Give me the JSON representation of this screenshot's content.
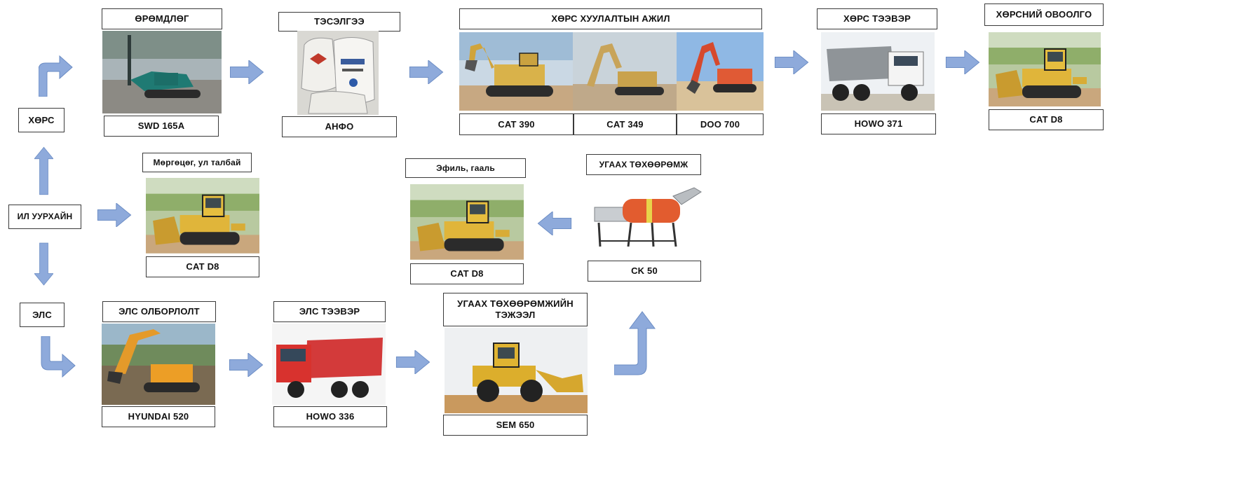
{
  "colors": {
    "arrow": "#8eaadb",
    "arrow_stroke": "#6b8cc4",
    "box_border": "#3a3a3a"
  },
  "nodes": {
    "il_uurkhain": "ИЛ УУРХАЙН",
    "khors": "ХӨРС",
    "els": "ЭЛС"
  },
  "top_row": {
    "oromdlog": {
      "title": "ӨРӨМДЛӨГ",
      "equipment": "SWD 165A",
      "icon": "drill-rig-photo"
    },
    "tesalgee": {
      "title": "ТЭСЭЛГЭЭ",
      "equipment": "АНФО",
      "icon": "explosive-bags-photo"
    },
    "khors_khuulalt": {
      "title": "ХӨРС ХУУЛАЛТЫН АЖИЛ",
      "equipment": [
        "CAT 390",
        "CAT 349",
        "DOO 700"
      ],
      "icon": "excavator-photo"
    },
    "khors_teever": {
      "title": "ХӨРС ТЭЭВЭР",
      "equipment": "HOWO 371",
      "icon": "dump-truck-photo"
    },
    "khorsnii_ovoolgo": {
      "title": "ХӨРСНИЙ ОВООЛГО",
      "equipment": "CAT D8",
      "icon": "bulldozer-photo"
    }
  },
  "middle_row": {
    "mergetsag": {
      "title": "Мөргөцөг, ул талбай",
      "equipment": "CAT D8",
      "icon": "bulldozer-photo"
    },
    "efil_gaal": {
      "title": "Эфиль, гааль",
      "equipment": "CAT D8",
      "icon": "bulldozer-photo"
    },
    "ugaakh_tokhooromj": {
      "title": "УГААХ ТӨХӨӨРӨМЖ",
      "equipment": "CK 50",
      "icon": "washing-plant-photo"
    }
  },
  "bottom_row": {
    "els_olborlolt": {
      "title": "ЭЛС ОЛБОРЛОЛТ",
      "equipment": "HYUNDAI 520",
      "icon": "excavator-photo"
    },
    "els_teever": {
      "title": "ЭЛС ТЭЭВЭР",
      "equipment": "HOWO 336",
      "icon": "red-dump-truck-photo"
    },
    "ugaakh_tejeel": {
      "title": "УГААХ ТӨХӨӨРӨМЖИЙН ТЭЖЭЭЛ",
      "equipment": "SEM 650",
      "icon": "wheel-loader-photo"
    }
  }
}
